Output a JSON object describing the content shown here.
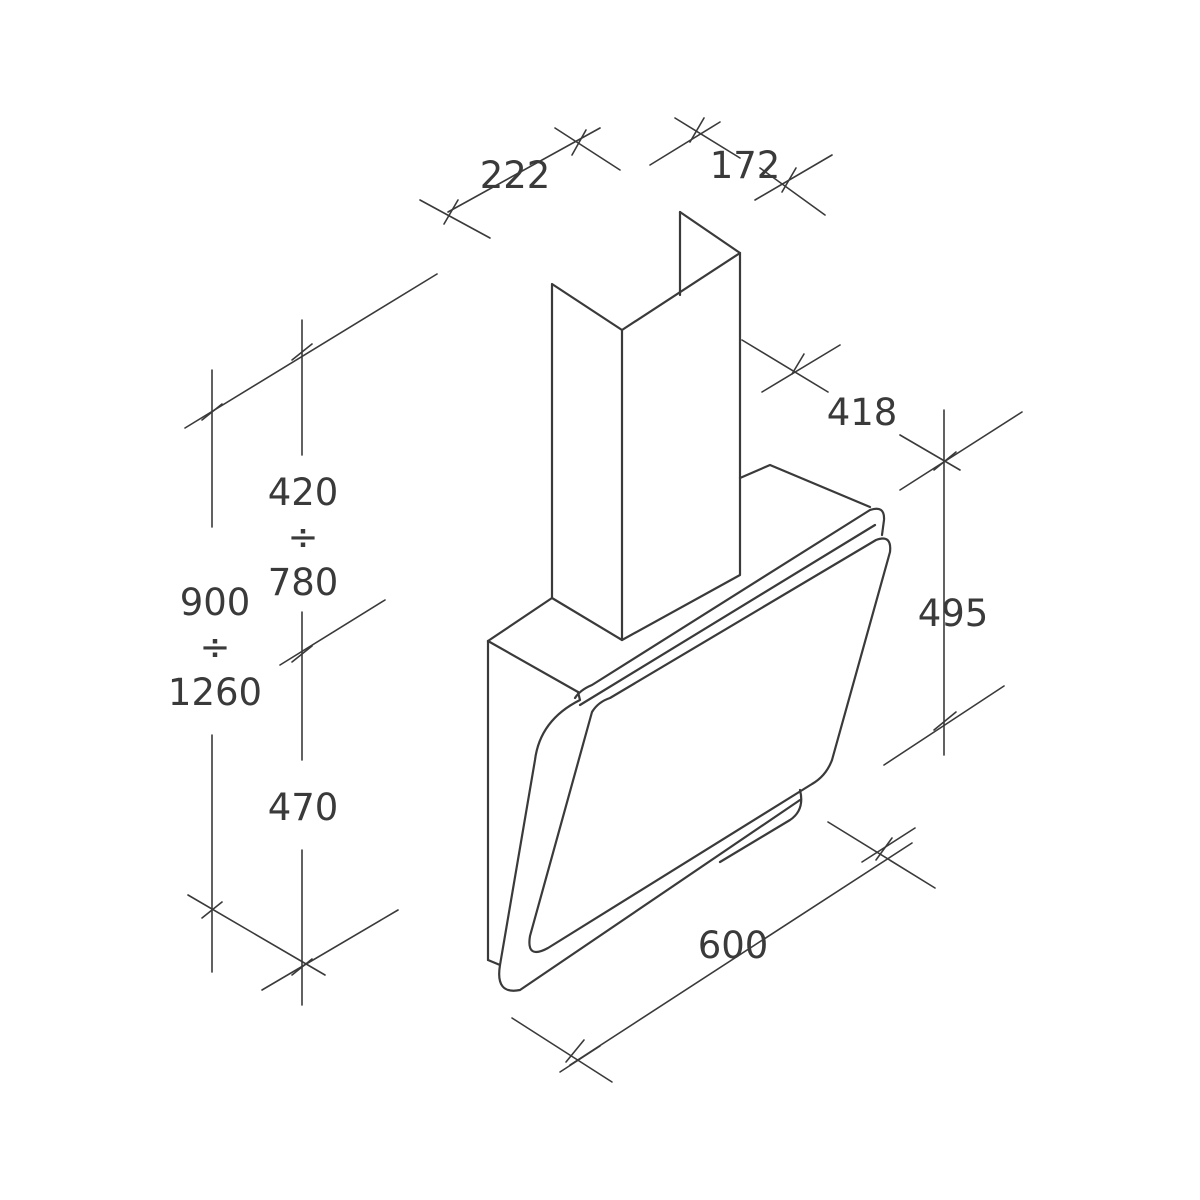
{
  "colors": {
    "background": "#ffffff",
    "line": "#3a3a3a"
  },
  "dimensions": {
    "chimney_width": "222",
    "chimney_depth": "172",
    "hood_depth": "418",
    "glass_height": "495",
    "hood_width": "600",
    "total_height_min": "900",
    "total_height_sep": "÷",
    "total_height_max": "1260",
    "chimney_height_min": "420",
    "chimney_height_sep": "÷",
    "chimney_height_max": "780",
    "body_height": "470"
  }
}
